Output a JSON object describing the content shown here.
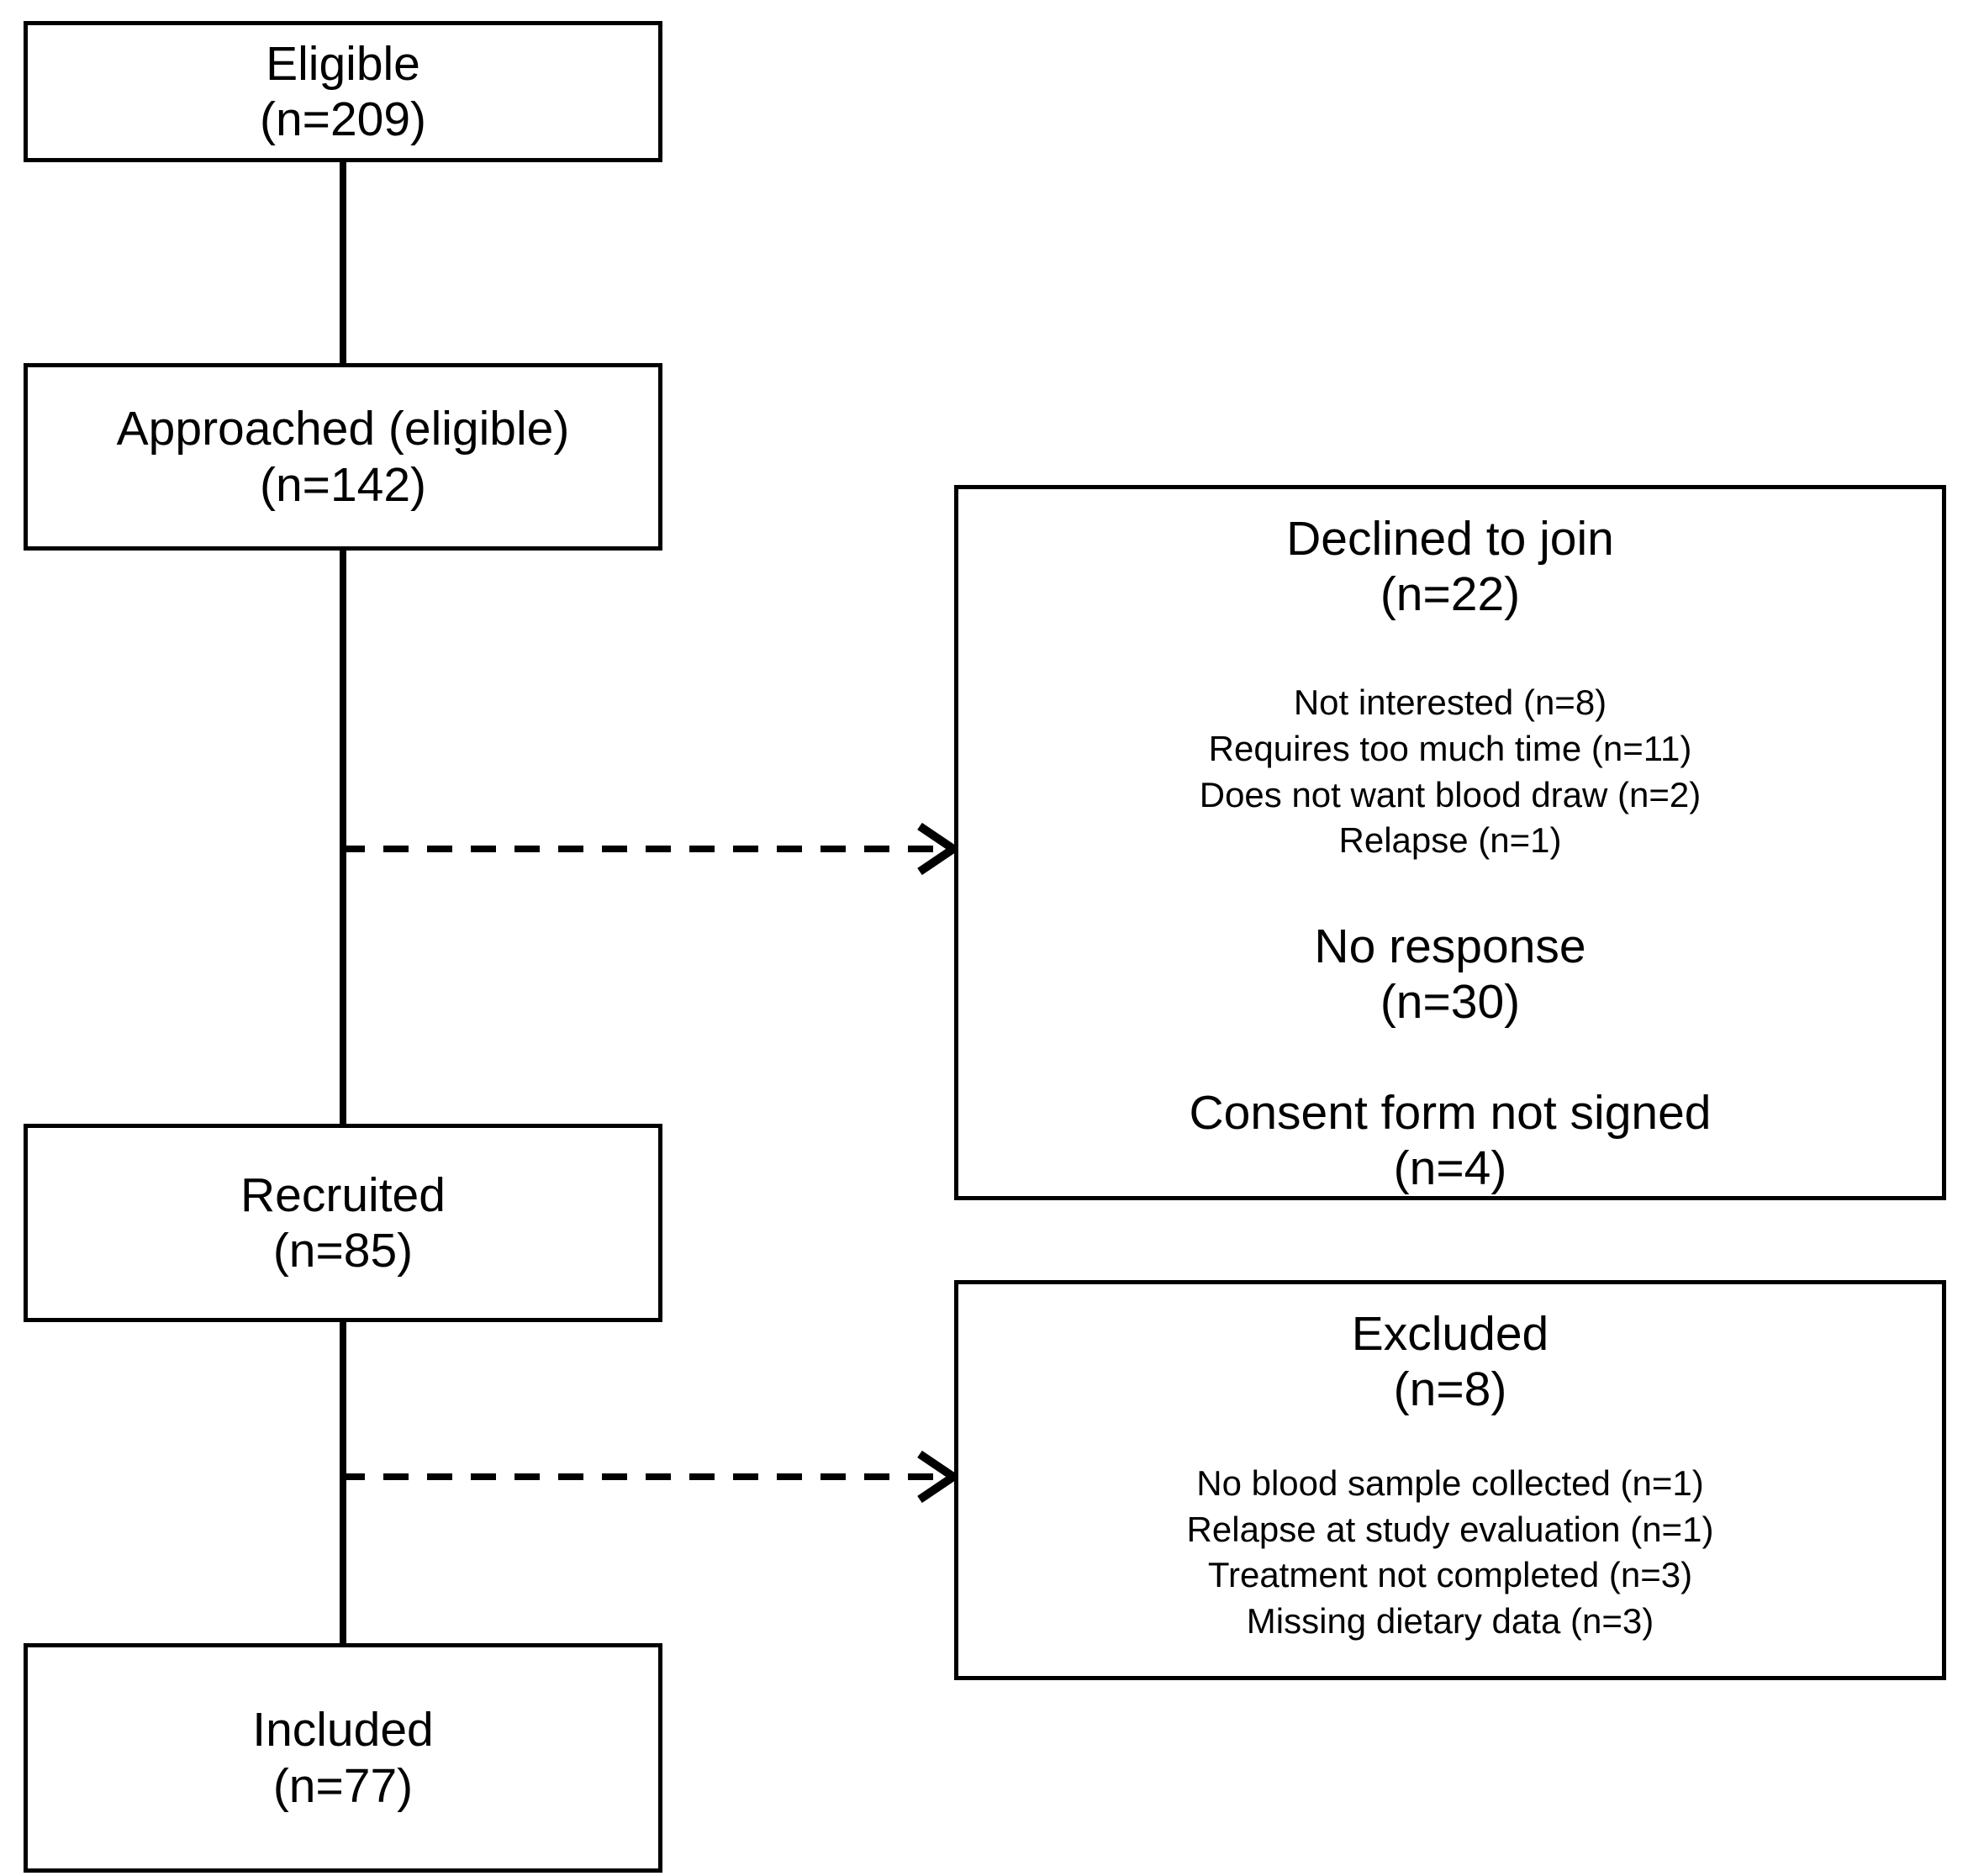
{
  "diagram": {
    "type": "participant-flow-diagram",
    "orientation": "vertical-with-side-exclusions",
    "line_color": "#000000",
    "background_color": "#ffffff"
  },
  "flow": {
    "eligible": {
      "label": "Eligible",
      "count": "(n=209)",
      "n": 209
    },
    "approached": {
      "label": "Approached (eligible)",
      "count": "(n=142)",
      "n": 142
    },
    "recruited": {
      "label": "Recruited",
      "count": "(n=85)",
      "n": 85
    },
    "included": {
      "label": "Included",
      "count": "(n=77)",
      "n": 77
    }
  },
  "exclusions": {
    "declined": {
      "label": "Declined to join",
      "count": "(n=22)",
      "n": 22,
      "reasons": [
        "Not interested (n=8)",
        "Requires too much time (n=11)",
        "Does not want blood draw (n=2)",
        "Relapse (n=1)"
      ],
      "no_response": {
        "label": "No response",
        "count": "(n=30)",
        "n": 30
      },
      "consent_not_signed": {
        "label": "Consent form not signed",
        "count": "(n=4)",
        "n": 4
      }
    },
    "excluded": {
      "label": "Excluded",
      "count": "(n=8)",
      "n": 8,
      "reasons": [
        "No blood sample collected (n=1)",
        "Relapse at study evaluation (n=1)",
        "Treatment not completed (n=3)",
        "Missing dietary data (n=3)"
      ]
    }
  },
  "connectors": {
    "declined_arrow_style": "dashed-with-open-arrowhead",
    "excluded_arrow_style": "dashed-with-open-arrowhead",
    "main_line_style": "solid"
  }
}
